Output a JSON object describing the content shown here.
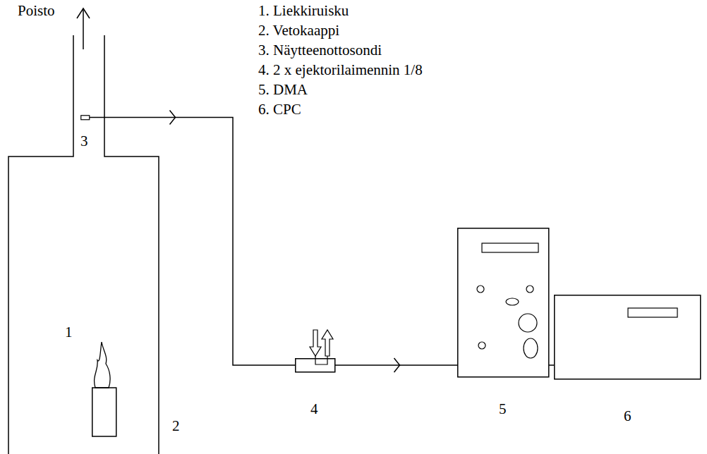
{
  "diagram": {
    "nodes": [
      {
        "text": [
          "2"
        ]
      },
      {
        "text": [
          "1"
        ],
        "in": 0
      },
      {
        "text": [
          "3"
        ],
        "in": 0
      },
      {
        "text": [
          "4"
        ]
      },
      {
        "text": [
          "5"
        ]
      },
      {
        "text": [
          "6"
        ]
      }
    ],
    "edges": [
      {
        "from": 2,
        "to": 3,
        "arrow": "to"
      },
      {
        "from": 3,
        "to": 4,
        "arrow": "to"
      },
      {
        "from": 4,
        "to": 5,
        "arrow": "none"
      }
    ],
    "labels": [
      "Poisto",
      "1. Liekkiruisku",
      "2. Vetokaappi",
      "3. Näytteenottosondi",
      "4. 2 x ejektorilaimennin 1/8",
      "5. DMA",
      "6. CPC"
    ]
  }
}
